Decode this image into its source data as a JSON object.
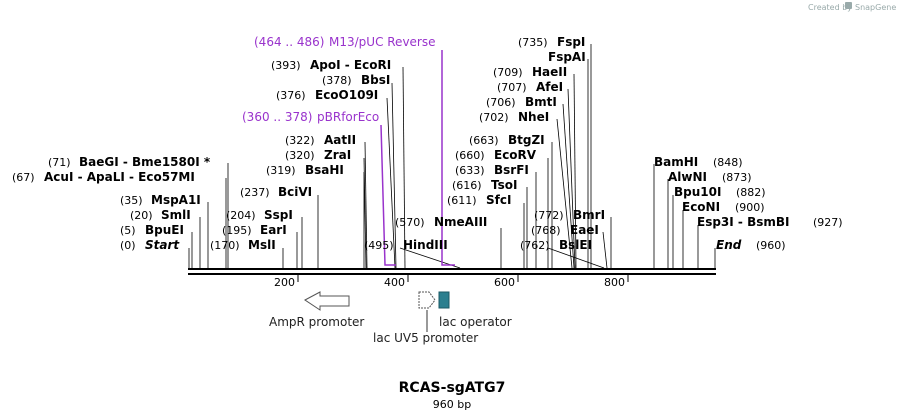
{
  "credit": {
    "prefix": "Created by",
    "brand": "SnapGene"
  },
  "map": {
    "length_bp": 960,
    "title": "RCAS-sgATG7",
    "subtitle": "960 bp",
    "ticks": [
      "200",
      "400",
      "600",
      "800"
    ]
  },
  "primers": [
    {
      "pos": "(464 .. 486)",
      "name": "M13/pUC Reverse"
    },
    {
      "pos": "(360 .. 378)",
      "name": "pBRforEco"
    }
  ],
  "sites_left": [
    {
      "pos": "(0)",
      "name": "Start"
    },
    {
      "pos": "(5)",
      "name": "BpuEI"
    },
    {
      "pos": "(20)",
      "name": "SmlI"
    },
    {
      "pos": "(35)",
      "name": "MspA1I"
    },
    {
      "pos": "(67)",
      "name": "AcuI  -  ApaLI  -  Eco57MI"
    },
    {
      "pos": "(71)",
      "name": "BaeGI  -  Bme1580I *"
    },
    {
      "pos": "(170)",
      "name": "MslI"
    },
    {
      "pos": "(195)",
      "name": "EarI"
    },
    {
      "pos": "(204)",
      "name": "SspI"
    },
    {
      "pos": "(237)",
      "name": "BciVI"
    },
    {
      "pos": "(319)",
      "name": "BsaHI"
    },
    {
      "pos": "(320)",
      "name": "ZraI"
    },
    {
      "pos": "(322)",
      "name": "AatII"
    },
    {
      "pos": "(376)",
      "name": "EcoO109I"
    },
    {
      "pos": "(378)",
      "name": "BbsI"
    },
    {
      "pos": "(393)",
      "name": "ApoI  -  EcoRI"
    },
    {
      "pos": "(495)",
      "name": "HindIII"
    },
    {
      "pos": "(570)",
      "name": "NmeAIII"
    }
  ],
  "sites_mid": [
    {
      "pos": "(611)",
      "name": "SfcI"
    },
    {
      "pos": "(616)",
      "name": "TsoI"
    },
    {
      "pos": "(633)",
      "name": "BsrFI"
    },
    {
      "pos": "(660)",
      "name": "EcoRV"
    },
    {
      "pos": "(663)",
      "name": "BtgZI"
    },
    {
      "pos": "(702)",
      "name": "NheI"
    },
    {
      "pos": "(706)",
      "name": "BmtI"
    },
    {
      "pos": "(707)",
      "name": "AfeI"
    },
    {
      "pos": "(709)",
      "name": "HaeII"
    },
    {
      "pos": "",
      "name": "FspAI"
    },
    {
      "pos": "(735)",
      "name": "FspI"
    },
    {
      "pos": "(762)",
      "name": "BslEI"
    },
    {
      "pos": "(768)",
      "name": "EaeI"
    },
    {
      "pos": "(772)",
      "name": "BmrI"
    }
  ],
  "sites_right": [
    {
      "pos": "(848)",
      "name": "BamHI"
    },
    {
      "pos": "(873)",
      "name": "AlwNI"
    },
    {
      "pos": "(882)",
      "name": "Bpu10I"
    },
    {
      "pos": "(900)",
      "name": "EcoNI"
    },
    {
      "pos": "(927)",
      "name": "Esp3I  -  BsmBI"
    },
    {
      "pos": "(960)",
      "name": "End"
    }
  ],
  "features": [
    {
      "name": "AmpR promoter"
    },
    {
      "name": "lac UV5 promoter"
    },
    {
      "name": "lac operator"
    }
  ],
  "colors": {
    "primer": "#9933cc",
    "operator": "#2b7f8f",
    "backbone": "#000000"
  }
}
